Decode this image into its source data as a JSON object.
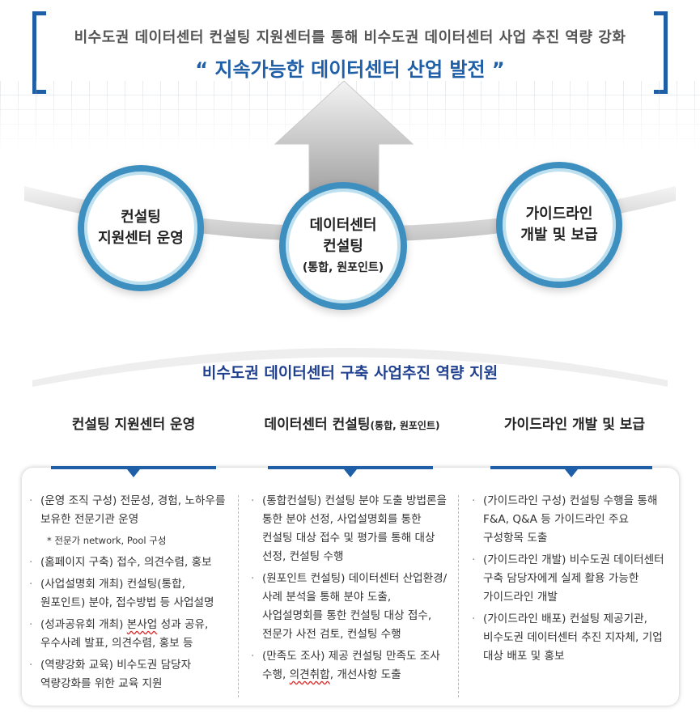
{
  "banner": {
    "headline": "비수도권 데이터센터 컨설팅 지원센터를 통해 비수도권 데이터센터 사업 추진 역량 강화",
    "goal": "“ 지속가능한 데이터센터 산업 발전 ”"
  },
  "circles": {
    "left": {
      "line1": "컨설팅",
      "line2": "지원센터 운영"
    },
    "center": {
      "line1": "데이터센터",
      "line2": "컨설팅",
      "line3": "(통합, 원포인트)"
    },
    "right": {
      "line1": "가이드라인",
      "line2": "개발 및 보급"
    }
  },
  "support_title": "비수도권 데이터센터 구축 사업추진 역량 지원",
  "columns": [
    {
      "title": "컨설팅 지원센터 운영",
      "title_suffix": "",
      "items": [
        "(운영 조직 구성) 전문성, 경험, 노하우를 보유한 전문기관 운영",
        "(홈페이지 구축) 접수, 의견수렴, 홍보",
        "(사업설명회 개최) 컨설팅(통합, 원포인트) 분야, 접수방법 등 사업설명",
        "(성과공유회 개최) ",
        "(역량강화 교육) 비수도권 담당자 역량강화를 위한 교육 지원"
      ],
      "note": "* 전문가 network, Pool 구성",
      "item4_marked": "본사업",
      "item4_rest": " 성과 공유, 우수사례 발표, 의견수렴, 홍보 등"
    },
    {
      "title": "데이터센터 컨설팅",
      "title_suffix": "(통합, 원포인트)",
      "items": [
        "(통합컨설팅) 컨설팅 분야 도출 방법론을 통한 분야 선정, 사업설명회를 통한 컨설팅 대상 접수 및 평가를 통해 대상 선정, 컨설팅 수행",
        "(원포인트 컨설팅) 데이터센터 산업환경/사례 분석을 통해 분야 도출, 사업설명회를 통한 컨설팅 대상 접수, 전문가 사전 검토, 컨설팅 수행",
        "(만족도 조사) 제공 컨설팅 만족도 조사 수행, "
      ],
      "item3_marked": "의견취합",
      "item3_rest": ", 개선사항 도출"
    },
    {
      "title": "가이드라인 개발 및 보급",
      "title_suffix": "",
      "items": [
        "(가이드라인 구성) 컨설팅 수행을 통해 F&A, Q&A 등 가이드라인 주요 구성항목 도출",
        "(가이드라인 개발) 비수도권 데이터센터 구축 담당자에게 실제 활용 가능한 가이드라인 개발",
        "(가이드라인 배포) 컨설팅 제공기관, 비수도권 데이터센터 추진 지자체, 기업 대상 배포 및 홍보"
      ]
    }
  ],
  "bullet": "·",
  "colors": {
    "accent": "#1f5fa8",
    "ring": "#3d8fc0",
    "title": "#1f3f8f"
  }
}
